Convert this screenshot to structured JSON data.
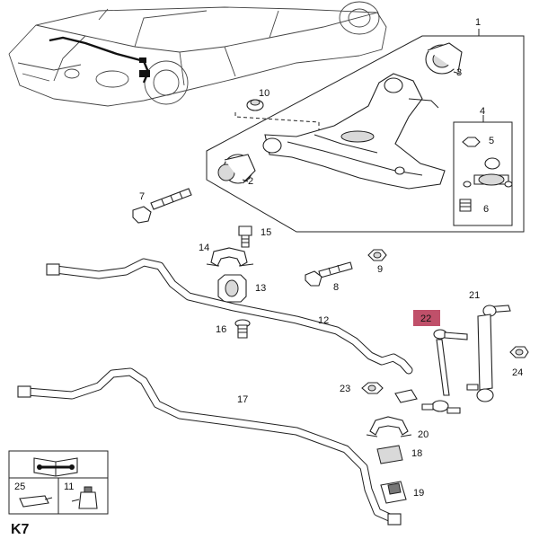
{
  "diagram": {
    "page_code": "K7",
    "callouts": {
      "c1": "1",
      "c2": "2",
      "c3": "3",
      "c4": "4",
      "c5": "5",
      "c6": "6",
      "c7": "7",
      "c8": "8",
      "c9": "9",
      "c10": "10",
      "c11": "11",
      "c12": "12",
      "c13": "13",
      "c14": "14",
      "c15": "15",
      "c16": "16",
      "c17": "17",
      "c18": "18",
      "c19": "19",
      "c20": "20",
      "c21": "21",
      "c22": "22",
      "c23": "23",
      "c24": "24",
      "c25": "25"
    },
    "highlight_color": "#c0506a"
  }
}
